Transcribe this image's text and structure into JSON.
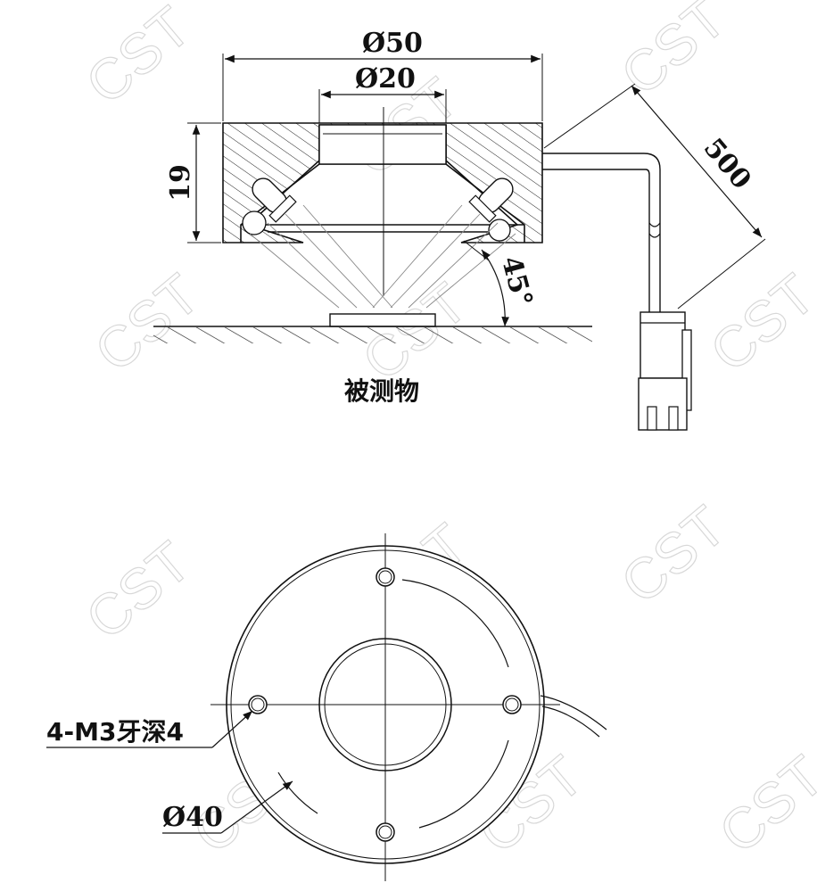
{
  "dimensions": {
    "outer_diameter": "Ø50",
    "inner_diameter": "Ø20",
    "height": "19",
    "cable_length": "500",
    "angle": "45°",
    "bolt_circle": "Ø40",
    "thread_note": "4-M3牙深4"
  },
  "labels": {
    "object": "被测物"
  },
  "watermark": "CST"
}
